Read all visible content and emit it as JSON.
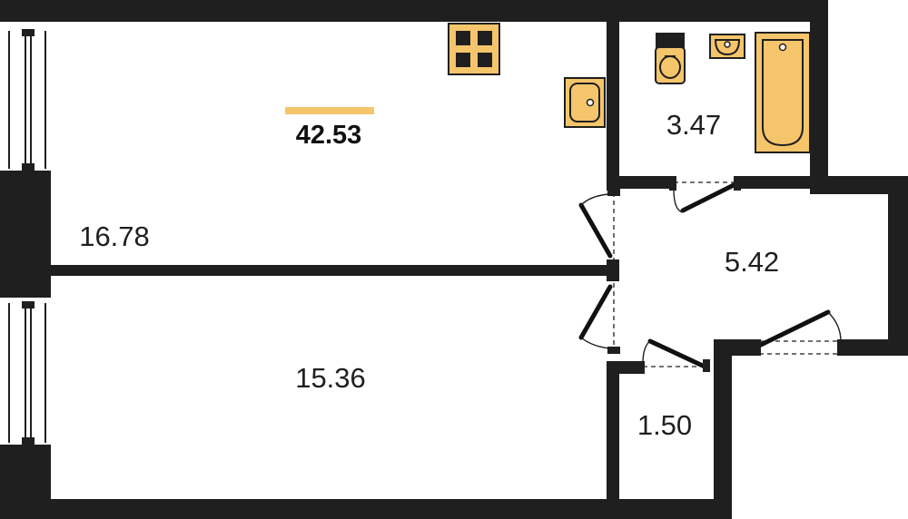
{
  "plan": {
    "total_area": "42.53",
    "accent_color": "#f5c56b",
    "wall_color": "#1f1f1f",
    "rooms": {
      "living_room": "16.78",
      "bedroom": "15.36",
      "bathroom": "3.47",
      "hallway": "5.42",
      "storage": "1.50"
    },
    "fixtures": [
      "stove-icon",
      "kitchen-sink-icon",
      "toilet-icon",
      "washbasin-icon",
      "bathtub-icon"
    ]
  }
}
